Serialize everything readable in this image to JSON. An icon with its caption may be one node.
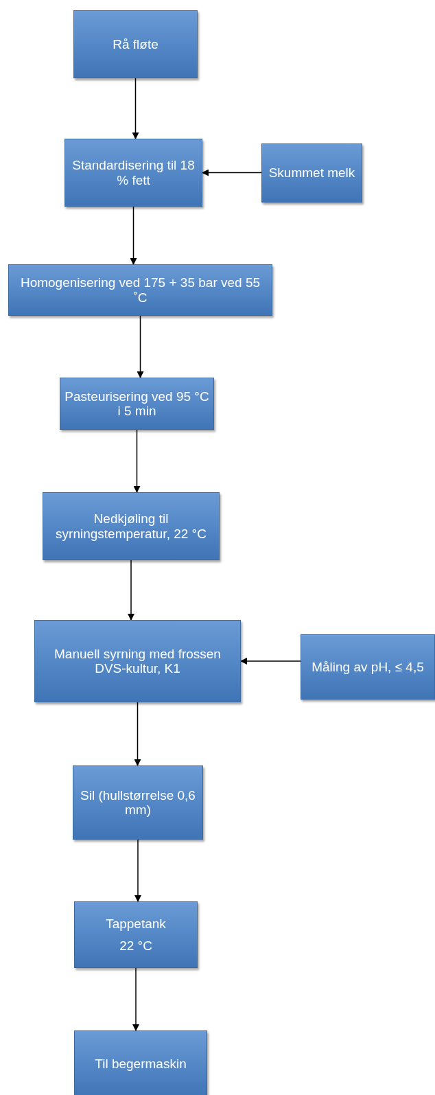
{
  "diagram": {
    "nodes": [
      {
        "text": [
          "Rå fløte"
        ]
      },
      {
        "text": [
          "Standardisering til 18 % fett"
        ]
      },
      {
        "text": [
          "Skummet melk"
        ]
      },
      {
        "text": [
          "Homogenisering ved 175 + 35 bar ved 55 ˚C"
        ]
      },
      {
        "text": [
          "Pasteurisering ved 95 °C i 5 min"
        ]
      },
      {
        "text": [
          "Nedkjøling til syrningstemperatur, 22 °C"
        ]
      },
      {
        "text": [
          "Manuell syrning med frossen DVS-kultur, K1"
        ]
      },
      {
        "text": [
          "Måling av pH, ≤ 4,5"
        ]
      },
      {
        "text": [
          "Sil (hullstørrelse 0,6 mm)"
        ]
      },
      {
        "text": [
          "Tappetank",
          "22 °C"
        ]
      },
      {
        "text": [
          "Til begermaskin"
        ]
      }
    ],
    "edges": [
      {
        "from": 0,
        "to": 1,
        "arrow": "to"
      },
      {
        "from": 2,
        "to": 1,
        "arrow": "to"
      },
      {
        "from": 1,
        "to": 3,
        "arrow": "to"
      },
      {
        "from": 3,
        "to": 4,
        "arrow": "to"
      },
      {
        "from": 4,
        "to": 5,
        "arrow": "to"
      },
      {
        "from": 5,
        "to": 6,
        "arrow": "to"
      },
      {
        "from": 7,
        "to": 6,
        "arrow": "to"
      },
      {
        "from": 6,
        "to": 8,
        "arrow": "to"
      },
      {
        "from": 8,
        "to": 9,
        "arrow": "to"
      },
      {
        "from": 9,
        "to": 10,
        "arrow": "to"
      }
    ]
  }
}
